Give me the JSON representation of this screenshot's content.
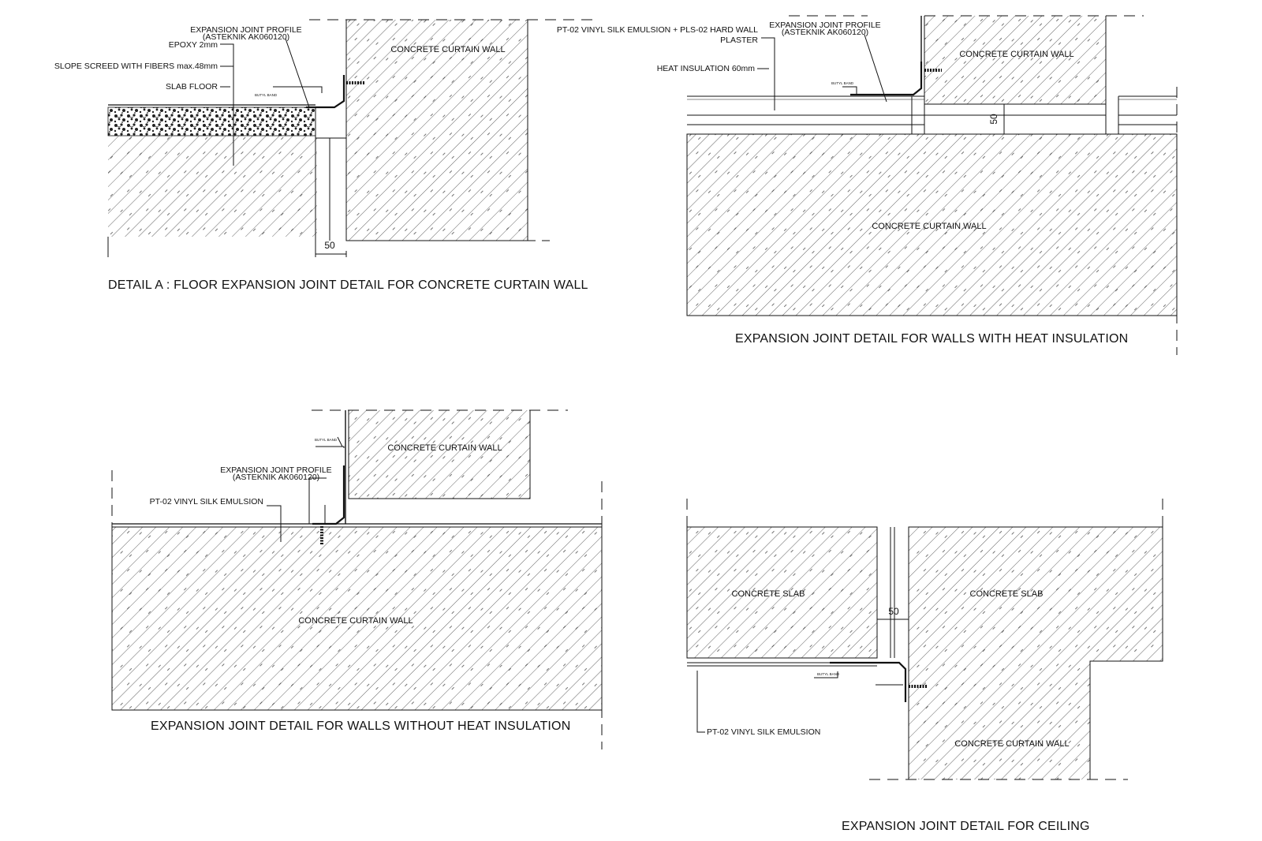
{
  "detail_a": {
    "title": "DETAIL A :  FLOOR EXPANSION JOINT DETAIL FOR CONCRETE CURTAIN WALL",
    "labels": {
      "profile_1": "EXPANSION JOINT PROFILE",
      "profile_2": "(ASTEKNIK AK060120)",
      "epoxy": "EPOXY 2mm",
      "screed": "SLOPE SCREED WITH FIBERS max.48mm",
      "slab_floor": "SLAB FLOOR",
      "butyl": "BUTYL BAND",
      "wall": "CONCRETE CURTAIN WALL",
      "dim": "50"
    }
  },
  "detail_heat": {
    "title": "EXPANSION JOINT DETAIL FOR  WALLS WITH HEAT INSULATION",
    "labels": {
      "finish_1": "PT-02 VINYL SILK EMULSION + PLS-02 HARD WALL",
      "finish_2": "PLASTER",
      "profile_1": "EXPANSION JOINT PROFILE",
      "profile_2": "(ASTEKNIK AK060120)",
      "insulation": "HEAT INSULATION 60mm",
      "butyl": "BUTYL BAND",
      "wall_top": "CONCRETE CURTAIN WALL",
      "wall_main": "CONCRETE CURTAIN WALL",
      "dim": "50"
    }
  },
  "detail_noheat": {
    "title": "EXPANSION JOINT DETAIL FOR  WALLS WITHOUT HEAT INSULATION",
    "labels": {
      "butyl": "BUTYL BAND",
      "wall_top": "CONCRETE CURTAIN WALL",
      "profile_1": "EXPANSION JOINT PROFILE",
      "profile_2": "(ASTEKNIK AK060120)",
      "finish": "PT-02 VINYL SILK EMULSION",
      "wall_main": "CONCRETE CURTAIN WALL"
    }
  },
  "detail_ceiling": {
    "title": "EXPANSION JOINT DETAIL FOR  CEILING",
    "labels": {
      "slab_left": "CONCRETE SLAB",
      "slab_right": "CONCRETE SLAB",
      "dim": "50",
      "butyl": "BUTYL BAND",
      "finish": "PT-02 VINYL SILK EMULSION",
      "wall": "CONCRETE CURTAIN WALL"
    }
  },
  "colors": {
    "ink": "#111111",
    "background": "#ffffff"
  }
}
